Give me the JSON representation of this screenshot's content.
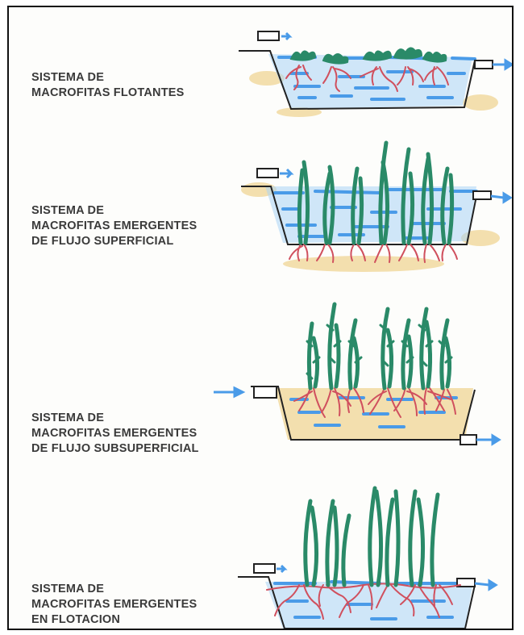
{
  "systems": [
    {
      "lines": [
        "SISTEMA DE",
        "MACROFITAS FLOTANTES"
      ]
    },
    {
      "lines": [
        "SISTEMA DE",
        "MACROFITAS EMERGENTES",
        "DE FLUJO SUPERFICIAL"
      ]
    },
    {
      "lines": [
        "SISTEMA DE",
        "MACROFITAS EMERGENTES",
        "DE FLUJO SUBSUPERFICIAL"
      ]
    },
    {
      "lines": [
        "SISTEMA DE",
        "MACROFITAS EMERGENTES",
        "EN FLOTACION"
      ]
    }
  ],
  "colors": {
    "water": "#4a9be8",
    "roots": "#d0505e",
    "plants": "#2a8a68",
    "sand": "#f3dfae",
    "outline": "#222222"
  }
}
